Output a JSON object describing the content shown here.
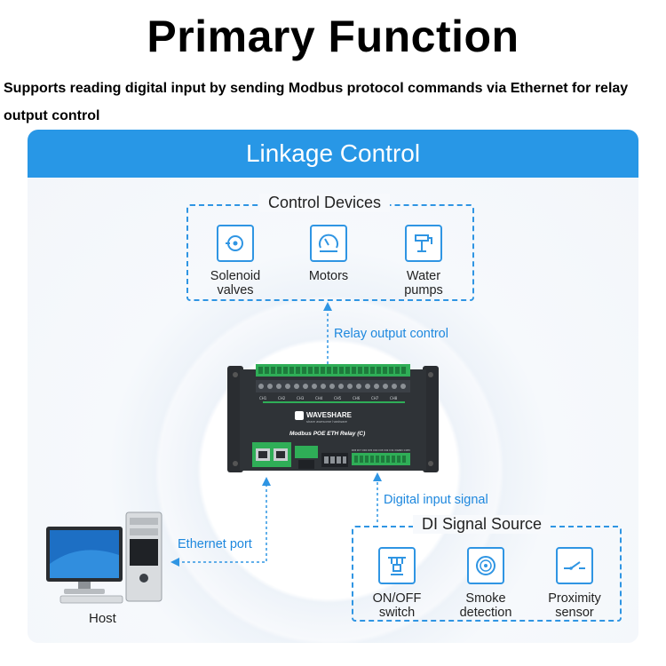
{
  "header": {
    "title": "Primary Function",
    "subtitle": "Supports reading digital input by sending Modbus protocol commands via Ethernet for relay output control"
  },
  "panel": {
    "title": "Linkage Control",
    "colors": {
      "accent": "#2897e6",
      "dash": "#2f95e3",
      "label": "#1e88de"
    }
  },
  "control_devices": {
    "label": "Control Devices",
    "items": [
      {
        "label": "Solenoid valves",
        "icon": "solenoid-valve-icon"
      },
      {
        "label": "Motors",
        "icon": "motor-icon"
      },
      {
        "label": "Water pumps",
        "icon": "water-pump-icon"
      }
    ]
  },
  "di_source": {
    "label": "DI Signal Source",
    "items": [
      {
        "label": "ON/OFF switch",
        "icon": "switch-icon"
      },
      {
        "label": "Smoke detection",
        "icon": "smoke-detector-icon"
      },
      {
        "label": "Proximity sensor",
        "icon": "proximity-sensor-icon"
      }
    ]
  },
  "flows": {
    "relay_output": "Relay output control",
    "digital_input": "Digital input signal",
    "ethernet": "Ethernet port"
  },
  "host": {
    "label": "Host"
  },
  "device": {
    "brand": "WAVESHARE",
    "tagline": "share awesome hardware",
    "model": "Modbus POE ETH Relay (C)",
    "channels": [
      "CH1",
      "CH2",
      "CH3",
      "CH4",
      "CH5",
      "CH6",
      "CH7",
      "CH8"
    ],
    "di_labels": "DI8 DI7 DI6 DI5 DI4 DI3 DI2 DI1 DGND COM"
  }
}
